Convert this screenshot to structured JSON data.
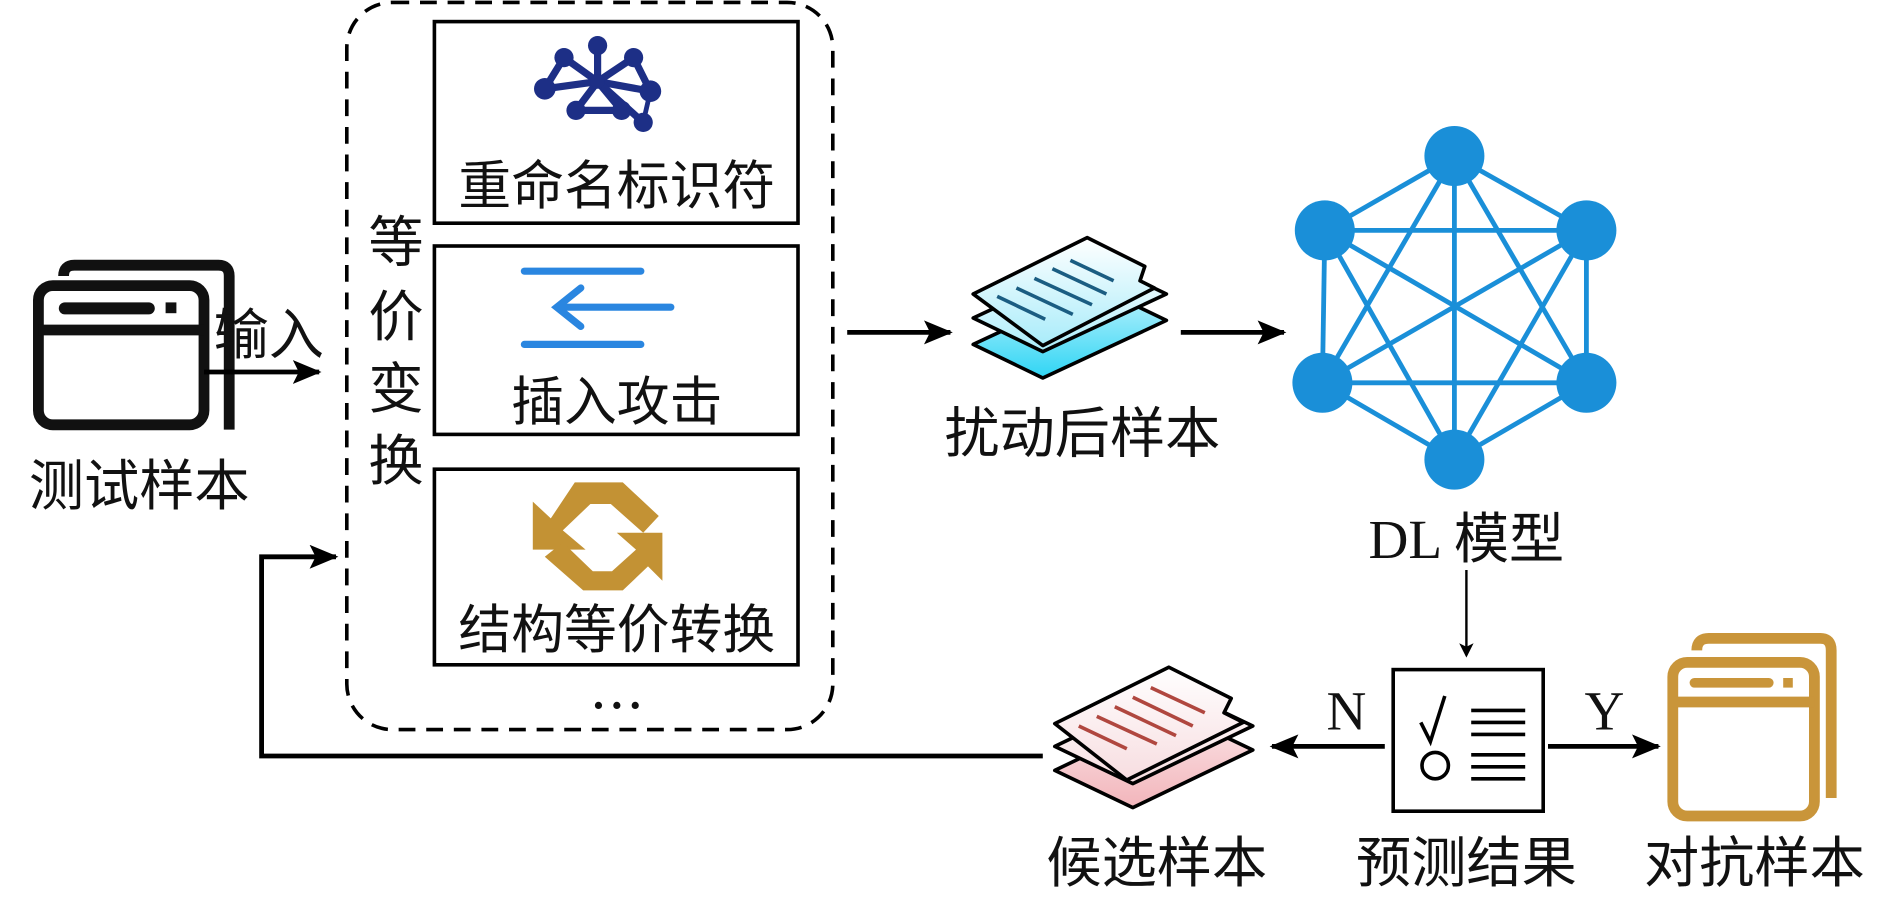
{
  "diagram": {
    "title": "",
    "nodes": {
      "test_sample": {
        "label": "测试样本",
        "icon": "window-stack-icon",
        "color": "#111111"
      },
      "input_edge": {
        "label": "输入"
      },
      "equiv_transform": {
        "label_chars": [
          "等",
          "价",
          "变",
          "换"
        ],
        "label": "等价变换",
        "methods": [
          {
            "label": "重命名标识符",
            "icon": "network-hub-icon",
            "color": "#1d2f86"
          },
          {
            "label": "插入攻击",
            "icon": "insert-arrow-icon",
            "color": "#2a86e0"
          },
          {
            "label": "结构等价转换",
            "icon": "swap-arrows-icon",
            "color": "#c39234"
          }
        ],
        "more": "…"
      },
      "perturbed_sample": {
        "label": "扰动后样本",
        "icon": "document-stack-icon",
        "color": "#38d6f2"
      },
      "dl_model": {
        "label": "DL 模型",
        "icon": "neural-network-icon",
        "color": "#1a8fd8"
      },
      "prediction": {
        "label": "预测结果",
        "icon": "checklist-icon"
      },
      "candidate_sample": {
        "label": "候选样本",
        "icon": "document-stack-icon",
        "color": "#f2b9bd"
      },
      "adversarial_sample": {
        "label": "对抗样本",
        "icon": "window-stack-icon",
        "color": "#c9953a"
      }
    },
    "edges": {
      "no_label": "N",
      "yes_label": "Y"
    }
  }
}
